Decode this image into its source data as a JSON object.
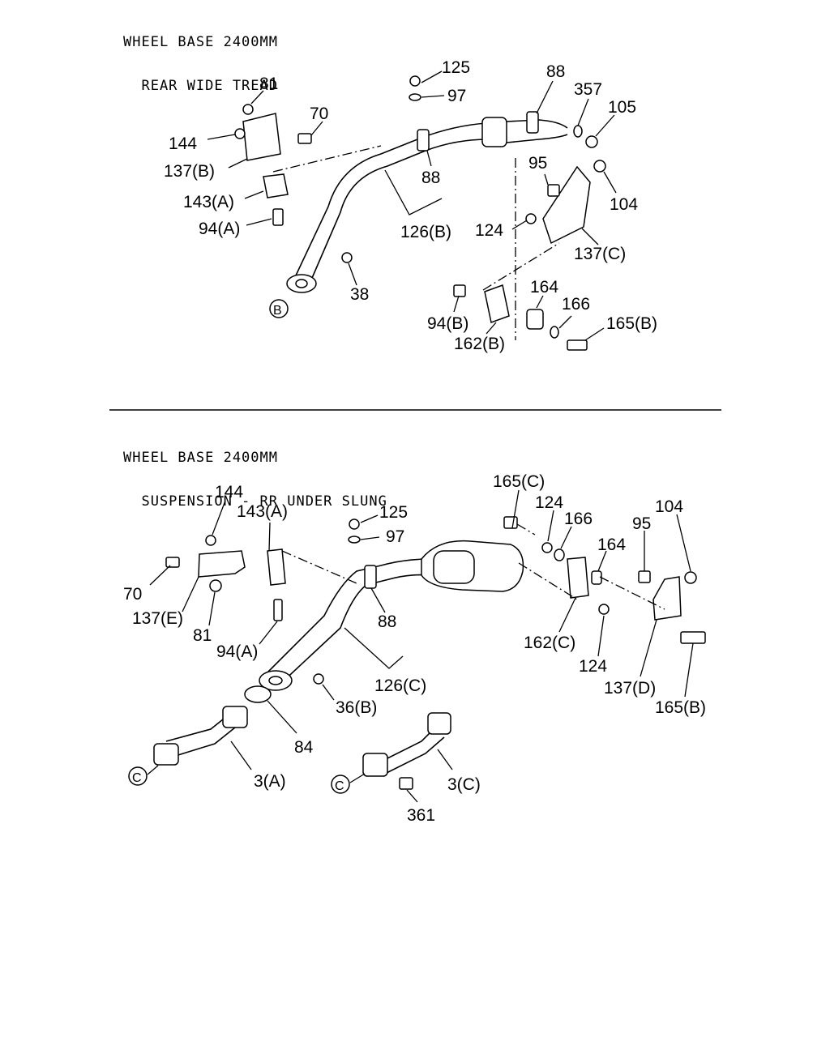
{
  "sections": [
    {
      "title_line1": "WHEEL BASE 2400MM",
      "title_line2": "  REAR WIDE TREAD"
    },
    {
      "title_line1": "WHEEL BASE 2400MM",
      "title_line2": "  SUSPENSION - RR UNDER SLUNG"
    }
  ],
  "labels_top": [
    "125",
    "97",
    "88",
    "357",
    "105",
    "81",
    "70",
    "144",
    "137(B)",
    "88",
    "143(A)",
    "126(B)",
    "95",
    "104",
    "124",
    "137(C)",
    "94(A)",
    "38",
    "164",
    "166",
    "94(B)",
    "165(B)",
    "162(B)",
    "B"
  ],
  "labels_bottom": [
    "165(C)",
    "124",
    "166",
    "104",
    "164",
    "95",
    "144",
    "143(A)",
    "125",
    "97",
    "70",
    "137(E)",
    "81",
    "88",
    "94(A)",
    "162(C)",
    "124",
    "137(D)",
    "126(C)",
    "165(B)",
    "36(B)",
    "84",
    "3(A)",
    "3(C)",
    "361",
    "C",
    "C"
  ]
}
